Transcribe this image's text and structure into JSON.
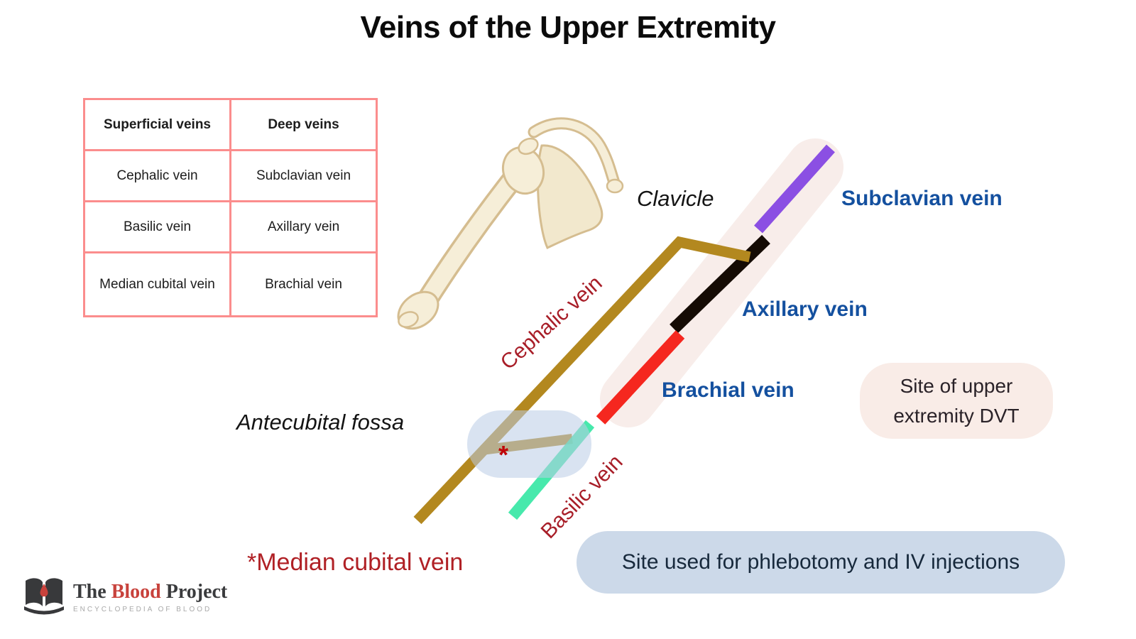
{
  "title": "Veins of the Upper Extremity",
  "table": {
    "headers": [
      "Superficial veins",
      "Deep veins"
    ],
    "rows": [
      [
        "Cephalic vein",
        "Subclavian vein"
      ],
      [
        "Basilic vein",
        "Axillary vein"
      ],
      [
        "Median cubital vein",
        "Brachial vein"
      ]
    ]
  },
  "diagram": {
    "labels": {
      "clavicle": "Clavicle",
      "antecubital_fossa": "Antecubital fossa",
      "cephalic": "Cephalic vein",
      "basilic": "Basilic vein",
      "subclavian": "Subclavian vein",
      "axillary": "Axillary vein",
      "brachial": "Brachial vein",
      "median_cubital": "*Median cubital vein",
      "asterisk": "*"
    },
    "callouts": {
      "dvt": "Site of upper extremity DVT",
      "phlebotomy": "Site used for phlebotomy and IV injections"
    },
    "colors": {
      "cephalic_vein": "#b3881f",
      "basilic_vein": "#2ee6a1",
      "brachial_vein": "#f5271f",
      "axillary_vein": "#150b04",
      "subclavian_vein": "#8b4fe3",
      "arm_band": "#f8edea",
      "fossa_highlight": "#b9cce6",
      "deep_vein_label": "#14509f",
      "superficial_vein_label": "#a81e28",
      "table_border": "#fb8d8d",
      "dvt_box_bg": "#f9ece7",
      "phlebotomy_box_bg": "#ccd9e9",
      "bone_fill": "#f6eed8",
      "bone_outline": "#d5bd90"
    }
  },
  "logo": {
    "name_the": "The ",
    "name_blood": "Blood",
    "name_project": " Project",
    "tagline": "ENCYCLOPEDIA OF BLOOD"
  }
}
